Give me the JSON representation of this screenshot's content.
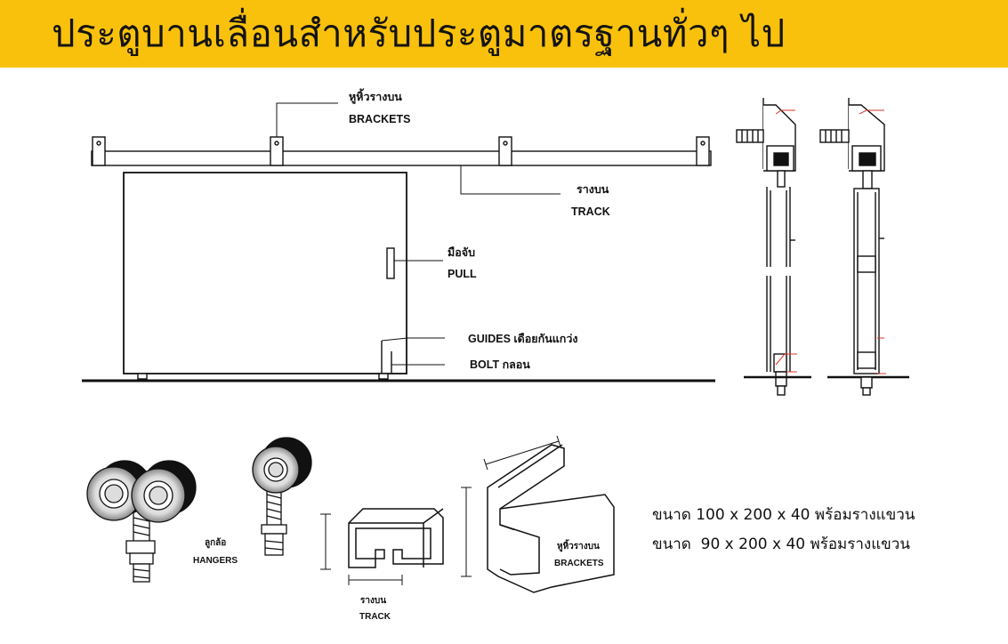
{
  "header": {
    "title": "ประตูบานเลื่อนสำหรับประตูมาตรฐานทั่วๆ ไป",
    "background": "#f9c10c"
  },
  "labels": {
    "brackets_th": "หูหิ้วรางบน",
    "brackets_en": "BRACKETS",
    "track_th": "รางบน",
    "track_en": "TRACK",
    "pull_th": "มือจับ",
    "pull_en": "PULL",
    "guides": "GUIDES เดือยกันแกว่ง",
    "bolt": "BOLT กลอน",
    "hangers_th": "ลูกล้อ",
    "hangers_en": "HANGERS",
    "track_bottom_th": "รางบน",
    "track_bottom_en": "TRACK",
    "brackets_bottom_th": "หูหิ้วรางบน",
    "brackets_bottom_en": "BRACKETS"
  },
  "specs": [
    "ขนาด 100 x 200 x 40 พร้อมรางแขวน",
    "ขนาด  90 x 200 x 40 พร้อมรางแขวน"
  ],
  "colors": {
    "accent_red": "#d9342b",
    "line": "#111111"
  }
}
